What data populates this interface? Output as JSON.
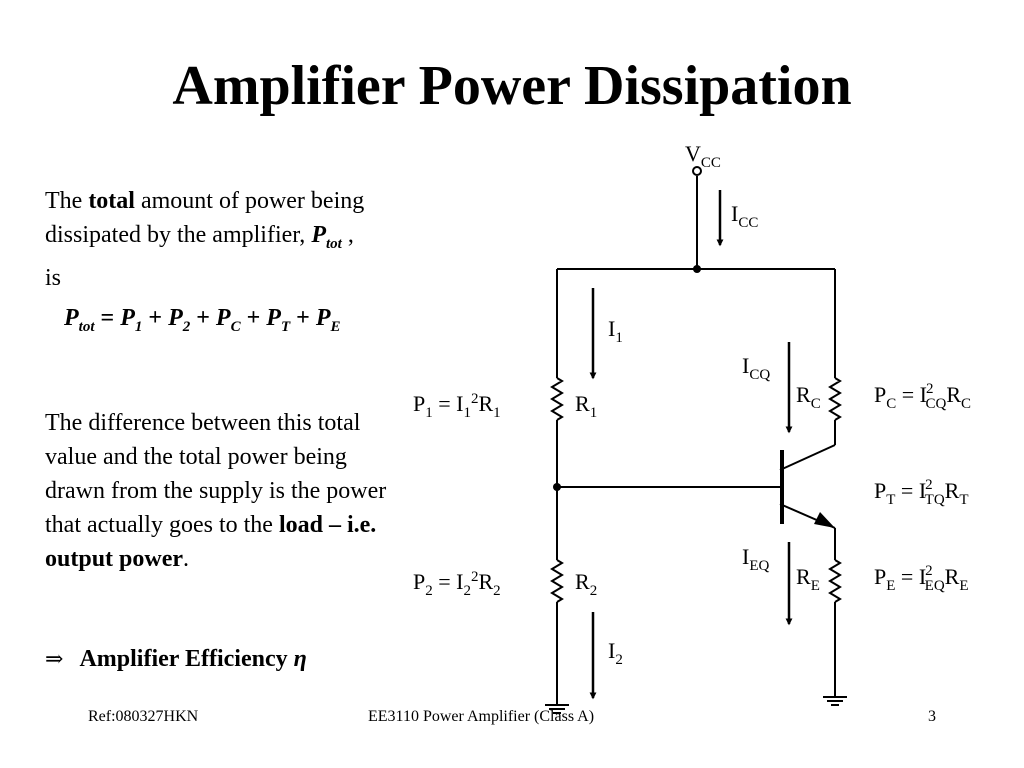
{
  "slide": {
    "title": "Amplifier Power Dissipation",
    "para1": {
      "lead": "The ",
      "bold": "total",
      "rest": " amount of power being dissipated by the amplifier, ",
      "sym": "P",
      "sym_sub": "tot",
      "tail": " , is"
    },
    "formula": {
      "lhs": "P",
      "lhs_sub": "tot",
      "t1": "P",
      "t1_sub": "1",
      "t2": "P",
      "t2_sub": "2",
      "t3": "P",
      "t3_sub": "C",
      "t4": "P",
      "t4_sub": "T",
      "t5": "P",
      "t5_sub": "E"
    },
    "para2": {
      "text": "The difference between this total value and the total power being drawn from the supply is the power that actually goes to the ",
      "bold": "load – i.e. output power",
      "tail": "."
    },
    "efficiency": {
      "arrow": "⇒",
      "label": "Amplifier Efficiency",
      "symbol": "η"
    },
    "footer": {
      "left": "Ref:080327HKN",
      "center": "EE3110 Power Amplifier (Class A)",
      "page": "3"
    }
  },
  "circuit": {
    "vcc": {
      "main": "V",
      "sub": "CC"
    },
    "icc": {
      "main": "I",
      "sub": "CC"
    },
    "i1": {
      "main": "I",
      "sub": "1"
    },
    "i2": {
      "main": "I",
      "sub": "2"
    },
    "icq": {
      "main": "I",
      "sub": "CQ"
    },
    "ieq": {
      "main": "I",
      "sub": "EQ"
    },
    "r1": {
      "main": "R",
      "sub": "1"
    },
    "r2": {
      "main": "R",
      "sub": "2"
    },
    "rc": {
      "main": "R",
      "sub": "C"
    },
    "re": {
      "main": "R",
      "sub": "E"
    },
    "p1_eq": {
      "p": "P",
      "p_sub": "1",
      "eq": " = I",
      "i_sub": "1",
      "sup": "2",
      "r": "R",
      "r_sub": "1"
    },
    "p2_eq": {
      "p": "P",
      "p_sub": "2",
      "eq": " = I",
      "i_sub": "2",
      "sup": "2",
      "r": "R",
      "r_sub": "2"
    },
    "pc_eq": {
      "p": "P",
      "p_sub": "C",
      "eq": " = I",
      "i_sub": "CQ",
      "sup": "2",
      "r": "R",
      "r_sub": "C"
    },
    "pt_eq": {
      "p": "P",
      "p_sub": "T",
      "eq": " = I",
      "i_sub": "TQ",
      "sup": "2",
      "r": "R",
      "r_sub": "T"
    },
    "pe_eq": {
      "p": "P",
      "p_sub": "E",
      "eq": " = I",
      "i_sub": "EQ",
      "sup": "2",
      "r": "R",
      "r_sub": "E"
    }
  }
}
